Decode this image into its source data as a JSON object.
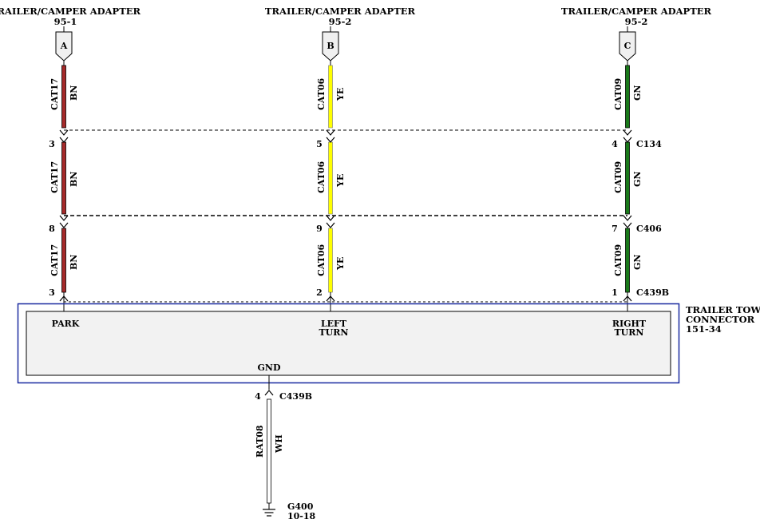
{
  "headers": [
    {
      "title": "TRAILER/CAMPER ADAPTER",
      "sub": "95-1",
      "pin": "A"
    },
    {
      "title": "TRAILER/CAMPER ADAPTER",
      "sub": "95-2",
      "pin": "B"
    },
    {
      "title": "TRAILER/CAMPER ADAPTER",
      "sub": "95-2",
      "pin": "C"
    }
  ],
  "wires": [
    {
      "circuit": "CAT17",
      "color_code": "BN",
      "color": "#a52a2a"
    },
    {
      "circuit": "CAT06",
      "color_code": "YE",
      "color": "#ffff00"
    },
    {
      "circuit": "CAT09",
      "color_code": "GN",
      "color": "#1a7a1a"
    }
  ],
  "connectors": {
    "c134": {
      "name": "C134",
      "pins": [
        "3",
        "5",
        "4"
      ]
    },
    "c406": {
      "name": "C406",
      "pins": [
        "8",
        "9",
        "7"
      ]
    },
    "c439b": {
      "name": "C439B",
      "pins": [
        "3",
        "2",
        "1"
      ]
    }
  },
  "module": {
    "name_line1": "TRAILER TOW",
    "name_line2": "CONNECTOR",
    "ref": "151-34",
    "terminals": {
      "park": "PARK",
      "left_l1": "LEFT",
      "left_l2": "TURN",
      "right_l1": "RIGHT",
      "right_l2": "TURN",
      "gnd": "GND"
    }
  },
  "ground": {
    "pin": "4",
    "connector": "C439B",
    "circuit": "RAT08",
    "color_code": "WH",
    "name": "G400",
    "ref": "10-18"
  }
}
